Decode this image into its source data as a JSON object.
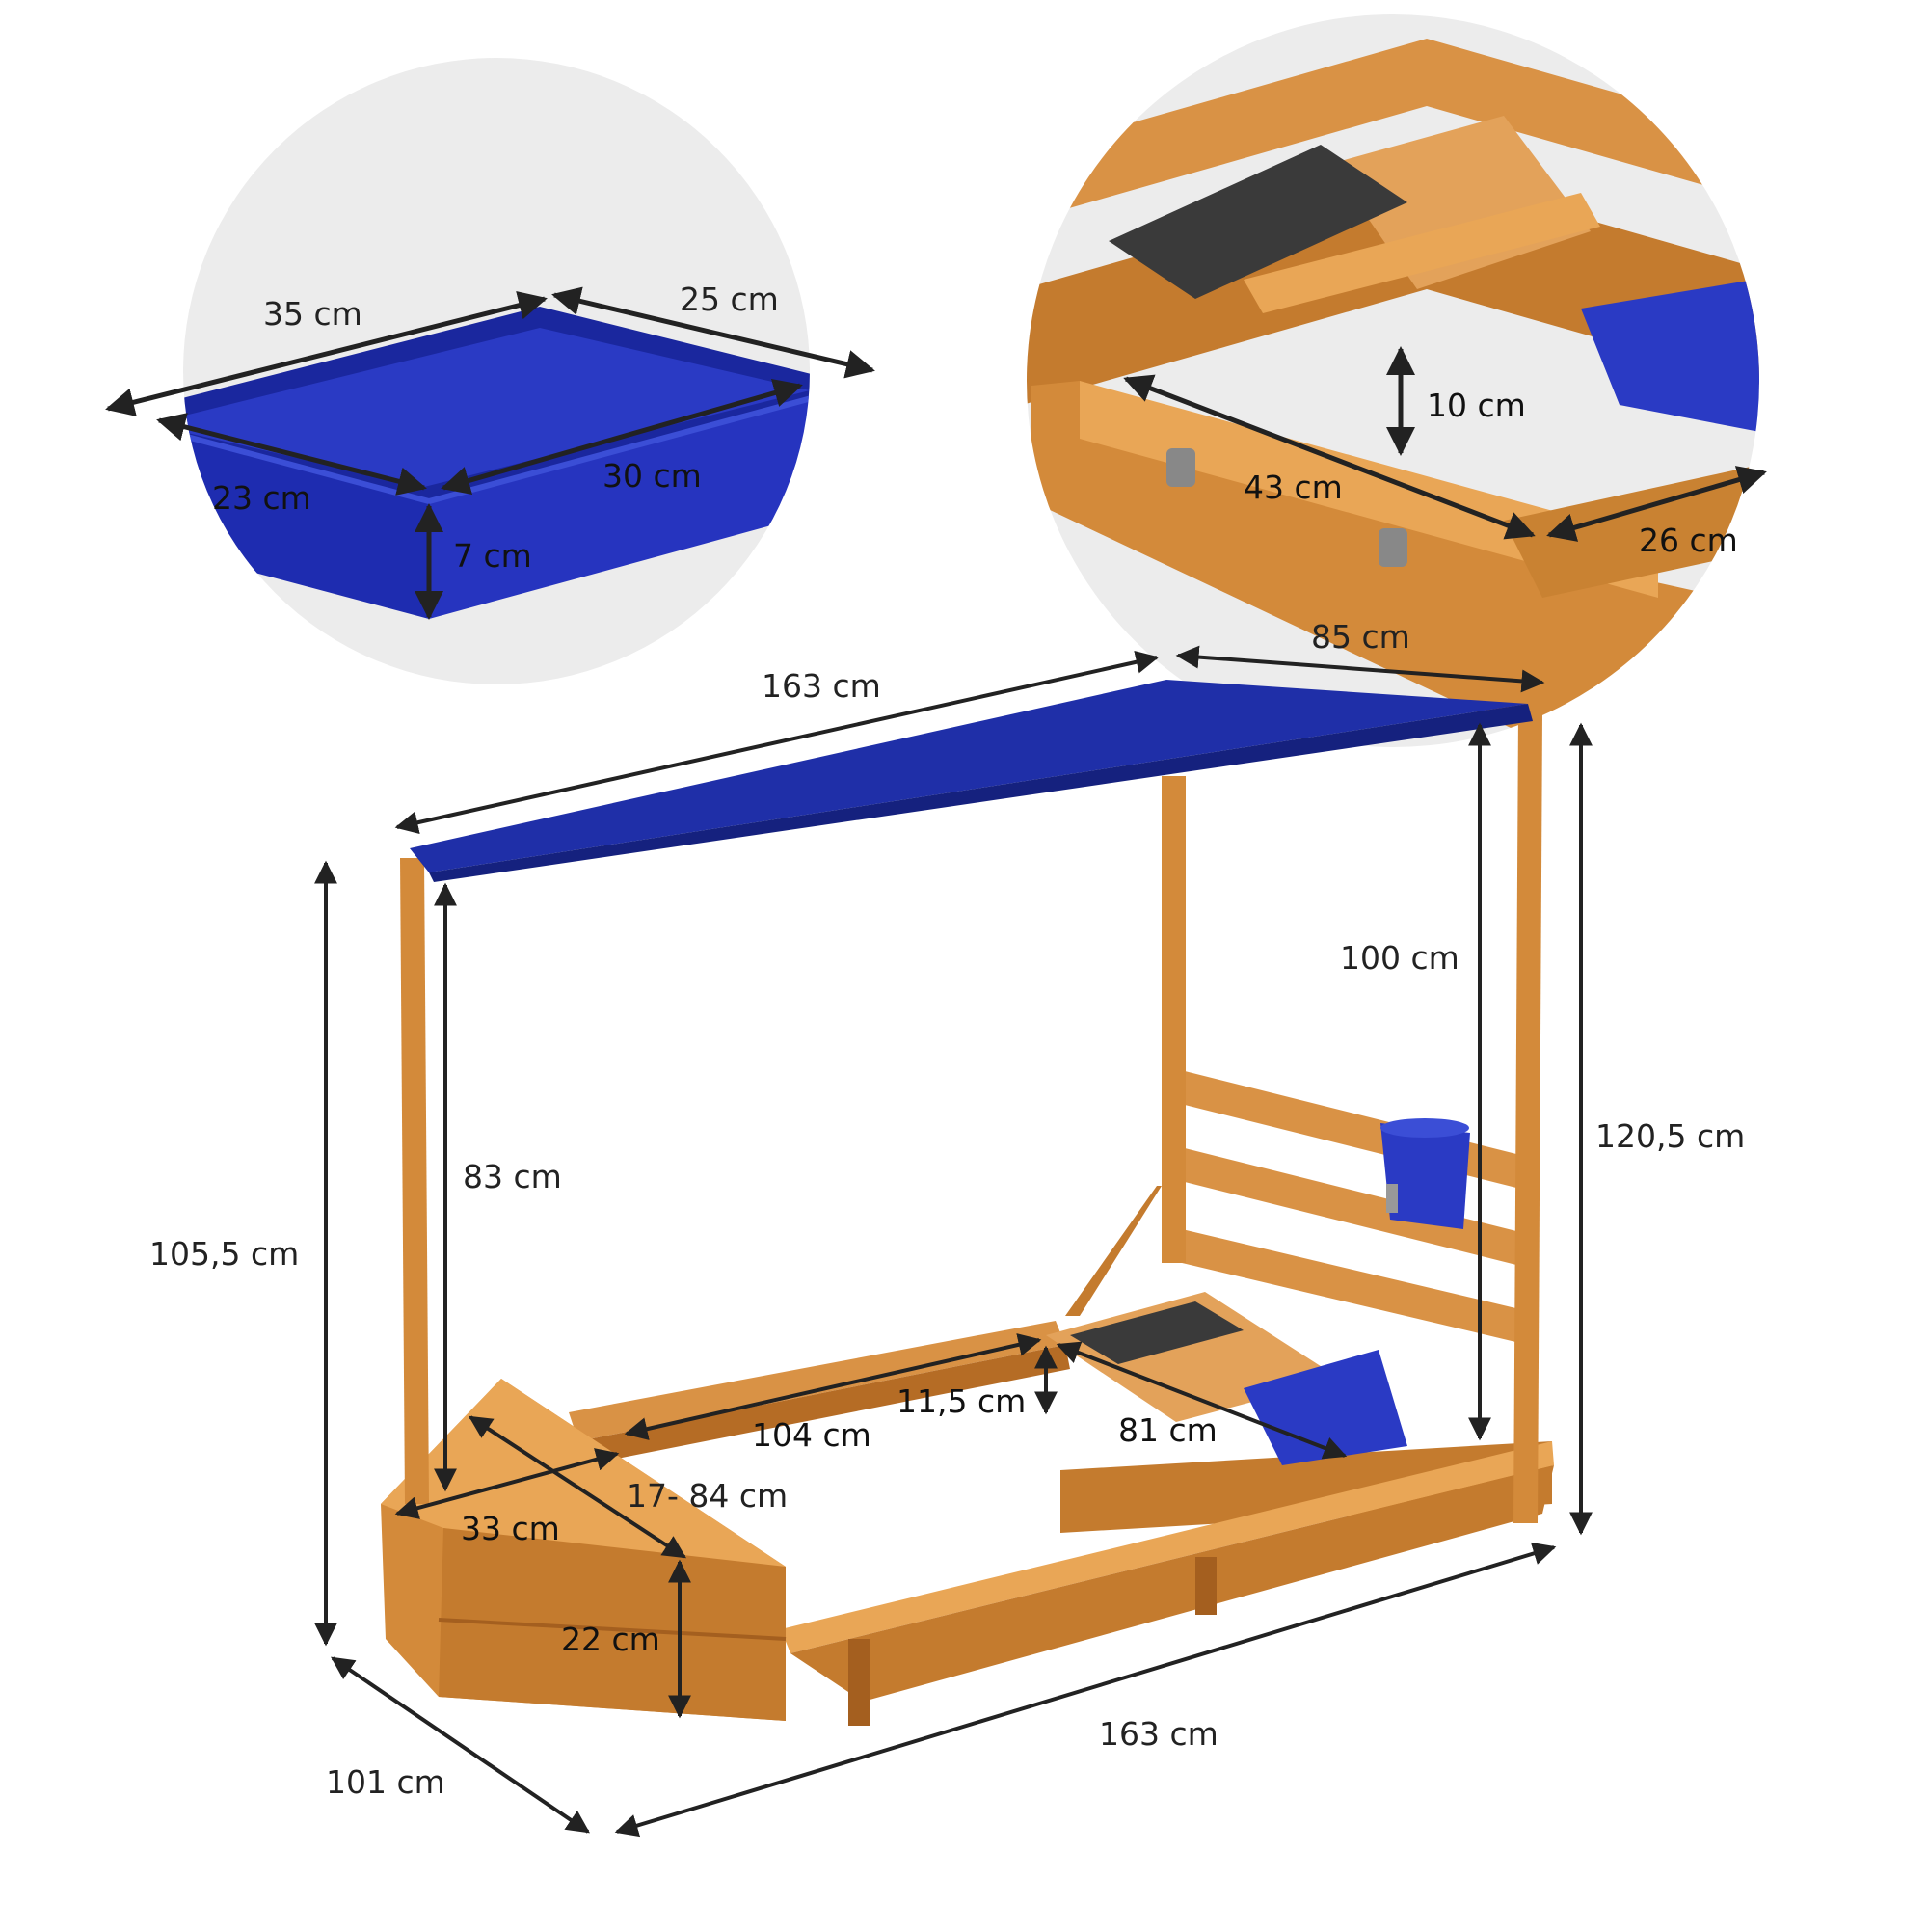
{
  "colors": {
    "wood": "#d38a3a",
    "wood_dark": "#a45f1f",
    "wood_light": "#e9a656",
    "canopy_blue": "#1f2fa8",
    "tray_blue": "#2331b8",
    "inset_bg": "#ececec",
    "arrow": "#222222",
    "rubber": "#3a3a3a"
  },
  "tray_inset": {
    "length": "35 cm",
    "width": "25 cm",
    "inner_width": "23 cm",
    "inner_length": "30 cm",
    "depth": "7 cm"
  },
  "kitchen_inset": {
    "step_height": "10 cm",
    "bench_length": "43 cm",
    "bench_depth": "26 cm",
    "top_width": "85 cm"
  },
  "main": {
    "canopy_length": "163 cm",
    "right_inner_height": "100 cm",
    "total_height": "120,5 cm",
    "left_inner_height": "83 cm",
    "left_total_height": "105,5 cm",
    "inner_length": "104 cm",
    "seat_height": "11,5 cm",
    "inner_width": "81 cm",
    "seat_range": "17- 84 cm",
    "bow_width": "33 cm",
    "bow_height": "22 cm",
    "depth": "101 cm",
    "length": "163 cm"
  }
}
